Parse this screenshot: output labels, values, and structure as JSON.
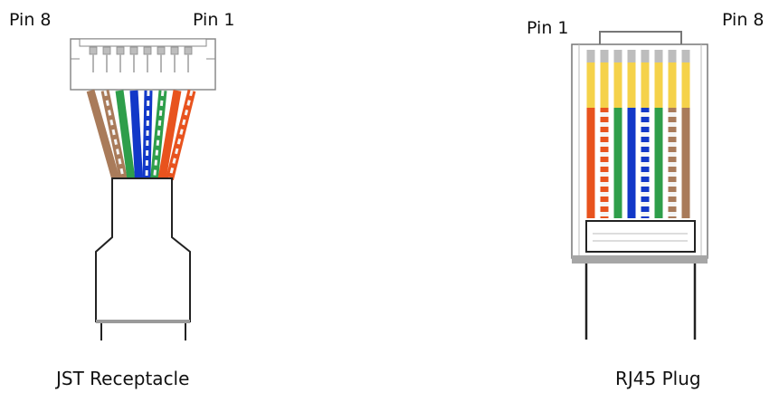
{
  "jst": {
    "pin_left_label": "Pin 8",
    "pin_right_label": "Pin 1",
    "caption": "JST Receptacle",
    "wires_left_to_right": [
      "brown",
      "brown-stripe",
      "green",
      "blue",
      "blue-stripe",
      "green-stripe",
      "orange",
      "orange-stripe"
    ]
  },
  "rj45": {
    "pin_left_label": "Pin 1",
    "pin_right_label": "Pin 8",
    "caption": "RJ45 Plug",
    "wires_left_to_right": [
      "orange",
      "orange-stripe",
      "green",
      "blue",
      "blue-stripe",
      "green",
      "brown-stripe",
      "brown"
    ]
  },
  "colors": {
    "orange": "#e8531e",
    "brown": "#a97b5a",
    "green": "#2e9e4a",
    "blue": "#1238c8",
    "white": "#f4f4f4",
    "yellow": "#f5d24a",
    "contact": "#bdbdbd",
    "outline": "#222222"
  }
}
